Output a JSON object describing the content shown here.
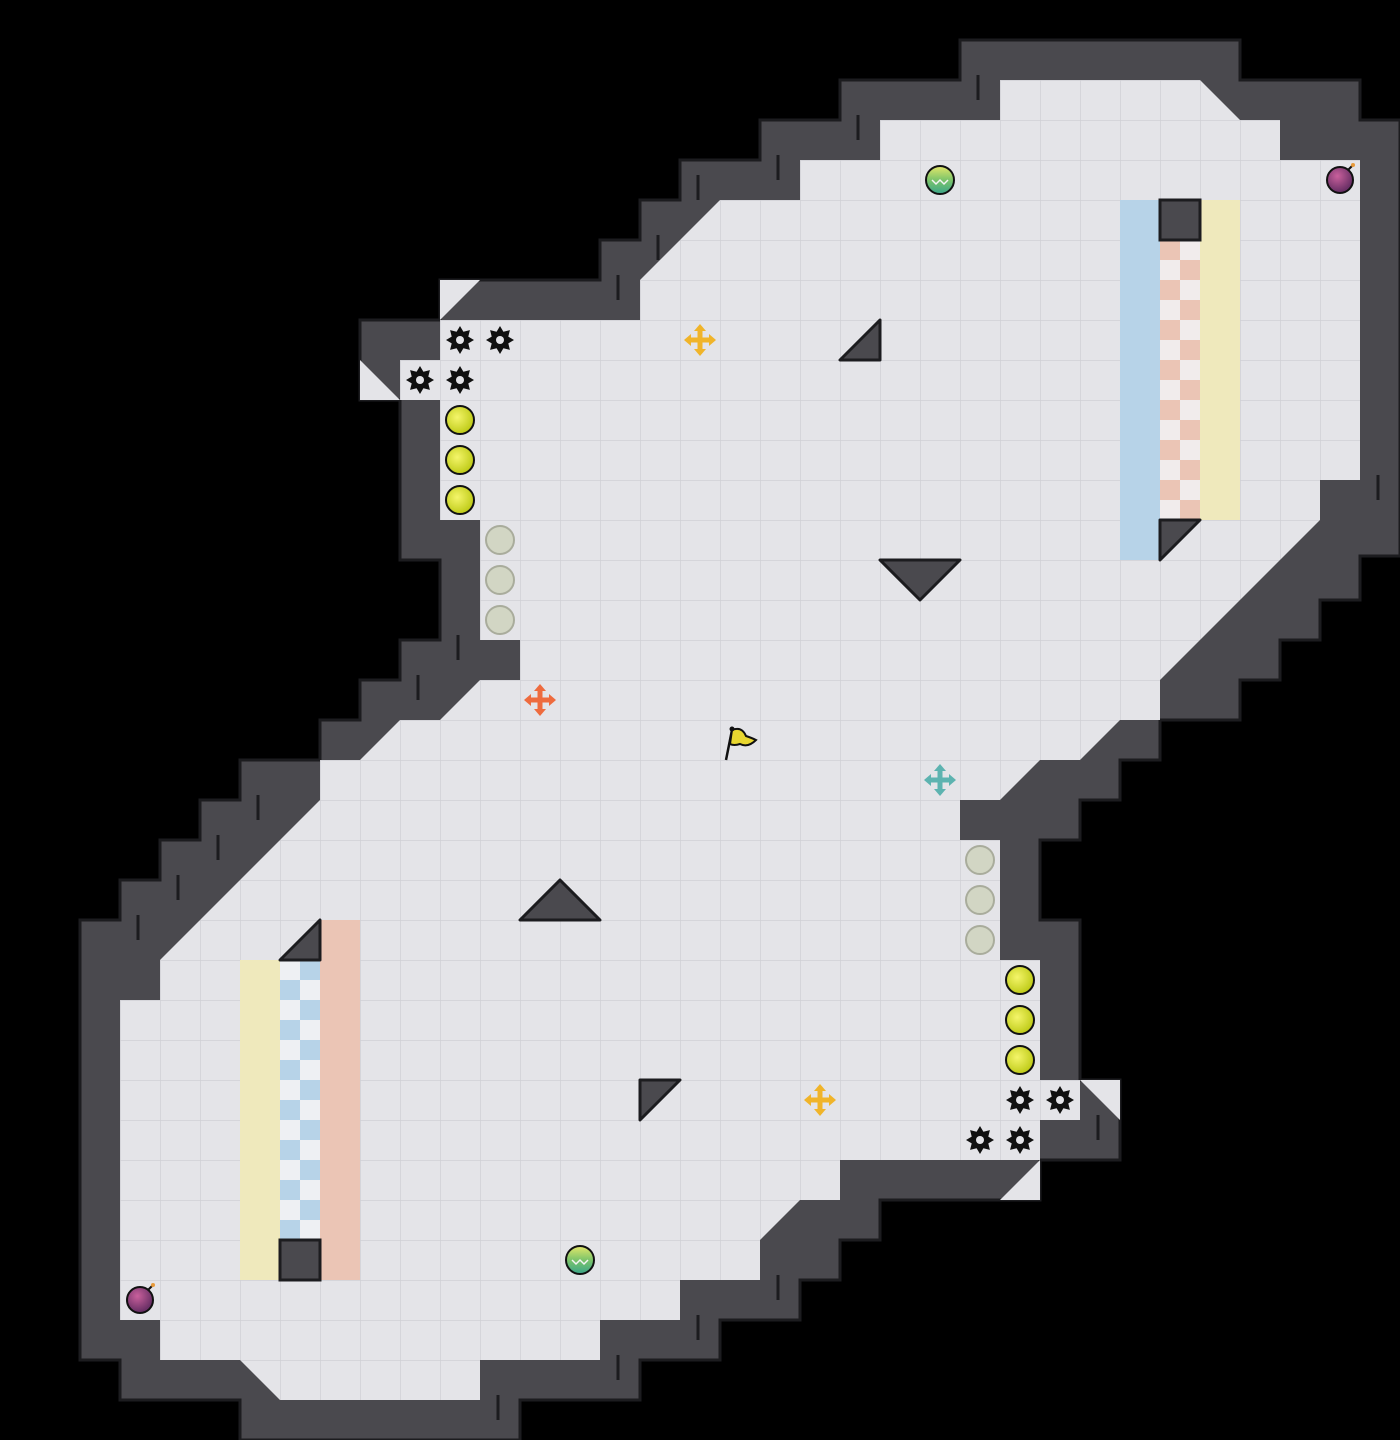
{
  "level": {
    "rows": [
      "................................................................",
      "........................#######.................................",
      ".....................####.....##................................",
      "...................###.........###..............................",
      ".................###.............#..............................",
      "................##...............#..............................",
      "...............##................#..............................",
      "...........#####.................#..............................",
      ".........##......................#..............................",
      ".........#.......................#..............................",
      "..........#......................#..............................",
      "..........#......................#..............................",
      "..........#......................#..............................",
      "..........##.....................#..............................",
      "...........#.....................#..............................",
      "...........#.....................#..............................",
      "..........##...................##...............................",
      ".........##...................##................................",
      "........##..................###.................................",
      "......###.................###...................................",
      "......#...................#.....................................",
      ".....##..................##.....................................",
      "....##.....................#....................................",
      "...##......................#....................................",
      "..##.......................#....................................",
      "..#........................#....................................",
      "..#........................#....................................",
      "..#.......................##....................................",
      "..#.......................#.....................................",
      "..#.......................#.....................................",
      "..#.....................###.....................................",
      "..#..................#####......................................",
      "..#.................##..........................................",
      "..##...............##...........................................",
      "...##............##.............................................",
      "....#############...............................................",
      "................................................................"
    ]
  },
  "palette": {
    "background": "#000000",
    "wall": "#4a494e",
    "wall_outline": "#1c1c1f",
    "floor": "#e4e4e8",
    "grid": "#d0d0d5",
    "blue_block": "#b7d3e8",
    "yellow_block": "#efe9bc",
    "salmon_block": "#ebc5b5"
  },
  "items": [
    {
      "kind": "spike-mine-icon",
      "count": 8
    },
    {
      "kind": "yellow-orb-icon",
      "count": 6
    },
    {
      "kind": "grey-orb-icon",
      "count": 6
    },
    {
      "kind": "bomb-icon",
      "count": 2
    },
    {
      "kind": "gem-orb-icon",
      "count": 2
    },
    {
      "kind": "move-arrows-icon",
      "count": 4
    },
    {
      "kind": "goal-flag-icon",
      "count": 1
    }
  ]
}
